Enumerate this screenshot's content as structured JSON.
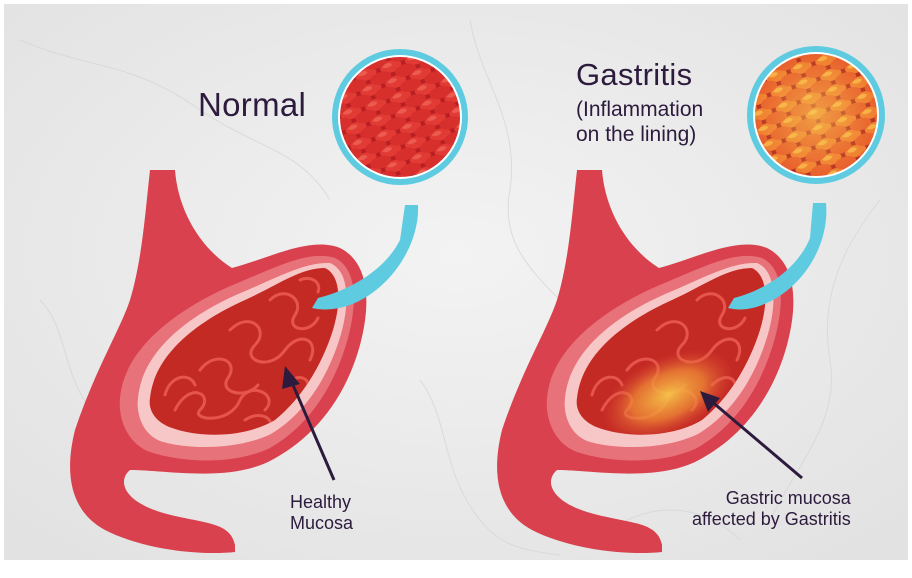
{
  "normal": {
    "title": "Normal",
    "caption_lines": [
      "Healthy",
      "Mucosa"
    ]
  },
  "gastritis": {
    "title": "Gastritis",
    "subtitle_lines": [
      "(Inflammation",
      "on the lining)"
    ],
    "caption_lines": [
      "Gastric mucosa",
      "affected by Gastritis"
    ]
  },
  "colors": {
    "background": "#ebebeb",
    "stomach_outer": "#d8414d",
    "stomach_wall": "#e8727a",
    "lining": "#f7c7c7",
    "mucosa": "#c42a24",
    "fold": "#e5554b",
    "magnifier_ring": "#5ecbe0",
    "inflamed_core": "#f0b23c",
    "arrow": "#2d1b3d"
  }
}
